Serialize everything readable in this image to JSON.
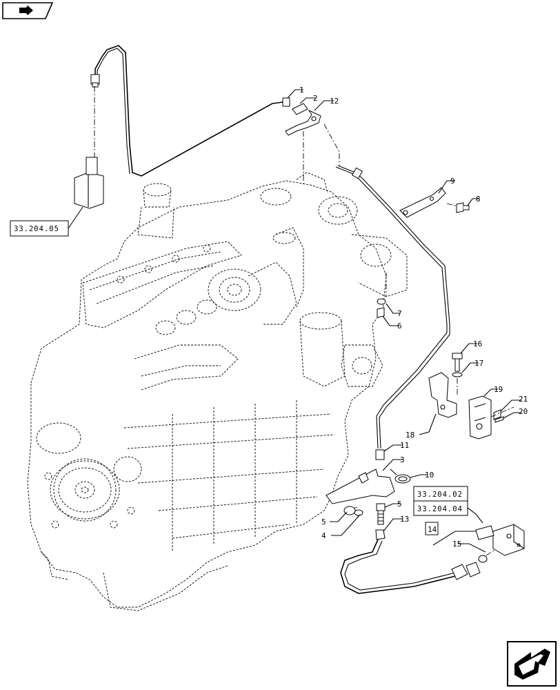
{
  "references": {
    "ref_a": "33.204.05",
    "ref_b": "33.204.02",
    "ref_c": "33.204.04",
    "boxed_item": "14"
  },
  "callouts": [
    {
      "id": "c1",
      "text": "1"
    },
    {
      "id": "c2",
      "text": "2"
    },
    {
      "id": "c12",
      "text": "12"
    },
    {
      "id": "c9",
      "text": "9"
    },
    {
      "id": "c8",
      "text": "8"
    },
    {
      "id": "c7",
      "text": "7"
    },
    {
      "id": "c6",
      "text": "6"
    },
    {
      "id": "c16",
      "text": "16"
    },
    {
      "id": "c17",
      "text": "17"
    },
    {
      "id": "c19",
      "text": "19"
    },
    {
      "id": "c21",
      "text": "21"
    },
    {
      "id": "c20",
      "text": "20"
    },
    {
      "id": "c18",
      "text": "18"
    },
    {
      "id": "c11",
      "text": "11"
    },
    {
      "id": "c3",
      "text": "3"
    },
    {
      "id": "c10",
      "text": "10"
    },
    {
      "id": "c5a",
      "text": "5"
    },
    {
      "id": "c5b",
      "text": "5"
    },
    {
      "id": "c4",
      "text": "4"
    },
    {
      "id": "c13",
      "text": "13"
    },
    {
      "id": "c15",
      "text": "15"
    }
  ],
  "icons": {
    "top_left": "book-tab-icon",
    "bottom_right": "next-page-arrow-icon"
  }
}
